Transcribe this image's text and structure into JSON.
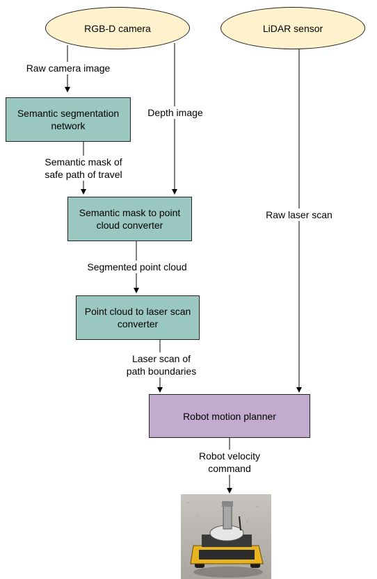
{
  "nodes": {
    "rgbd_camera": "RGB-D camera",
    "lidar_sensor": "LiDAR sensor",
    "semantic_segmentation": [
      "Semantic segmentation",
      "network"
    ],
    "mask_to_cloud": [
      "Semantic mask to point",
      "cloud converter"
    ],
    "cloud_to_scan": [
      "Point cloud to laser scan",
      "converter"
    ],
    "motion_planner": "Robot motion planner"
  },
  "edge_labels": {
    "raw_camera_image": "Raw camera image",
    "depth_image": "Depth image",
    "semantic_mask": [
      "Semantic mask of",
      "safe path of travel"
    ],
    "segmented_point_cloud": "Segmented point cloud",
    "laser_scan_boundaries": [
      "Laser scan of",
      "path boundaries"
    ],
    "raw_laser_scan": "Raw laser scan",
    "velocity_command": [
      "Robot velocity",
      "command"
    ]
  },
  "colors": {
    "sensor_fill": "#fff2cc",
    "processing_fill": "#9ac7bf",
    "planner_fill": "#c3abd0"
  }
}
